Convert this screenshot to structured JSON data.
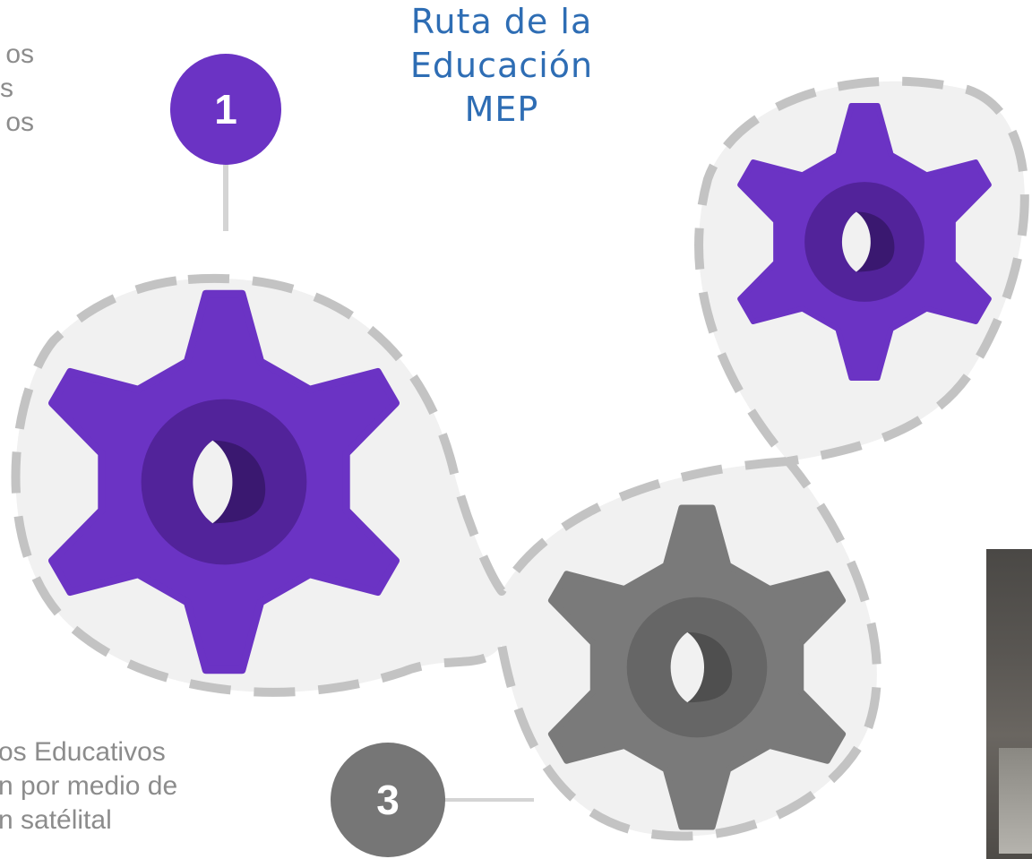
{
  "title": {
    "lines": [
      "Ruta de la",
      "Educación",
      "MEP"
    ],
    "color": "#2e6db4"
  },
  "text_top": {
    "lines": [
      "os",
      "s",
      "os"
    ]
  },
  "text_bottom": {
    "lines": [
      "os Educativos",
      "n por medio de",
      "n satélital"
    ]
  },
  "badges": [
    {
      "label": "1",
      "color": "#6b33c4"
    },
    {
      "label": "3",
      "color": "#767676"
    }
  ],
  "gears": [
    {
      "id": "left",
      "color": "#6b33c4",
      "hub": "#52239a",
      "hole_shadow": "#3a1870"
    },
    {
      "id": "top-right",
      "color": "#6b33c4",
      "hub": "#52239a",
      "hole_shadow": "#3a1870"
    },
    {
      "id": "bottom",
      "color": "#7a7a7a",
      "hub": "#666666",
      "hole_shadow": "#4f4f4f"
    }
  ],
  "colors": {
    "blob_fill": "#f1f1f1",
    "dash": "#c3c3c3",
    "connector": "#d4d4d4"
  }
}
